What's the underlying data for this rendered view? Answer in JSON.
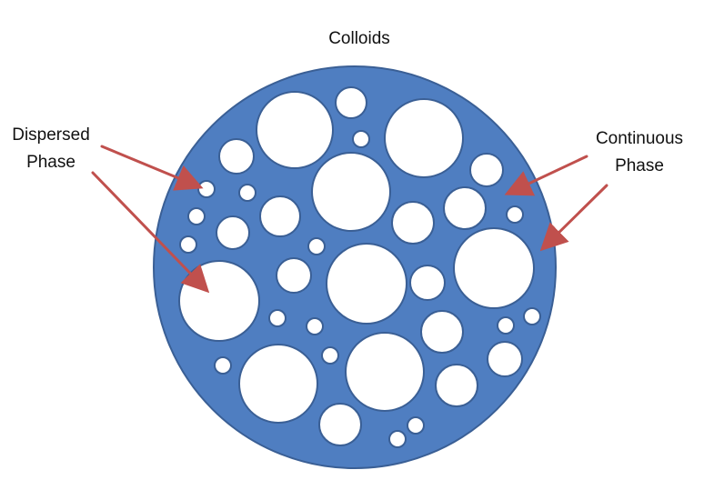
{
  "title": "Colloids",
  "labels": {
    "dispersed": {
      "line1": "Dispersed",
      "line2": "Phase"
    },
    "continuous": {
      "line1": "Continuous",
      "line2": "Phase"
    }
  },
  "colors": {
    "continuous_phase_fill": "#4F7EC1",
    "continuous_phase_stroke": "#3A5F95",
    "dispersed_phase_fill": "#FFFFFF",
    "arrow": "#C0504D"
  }
}
